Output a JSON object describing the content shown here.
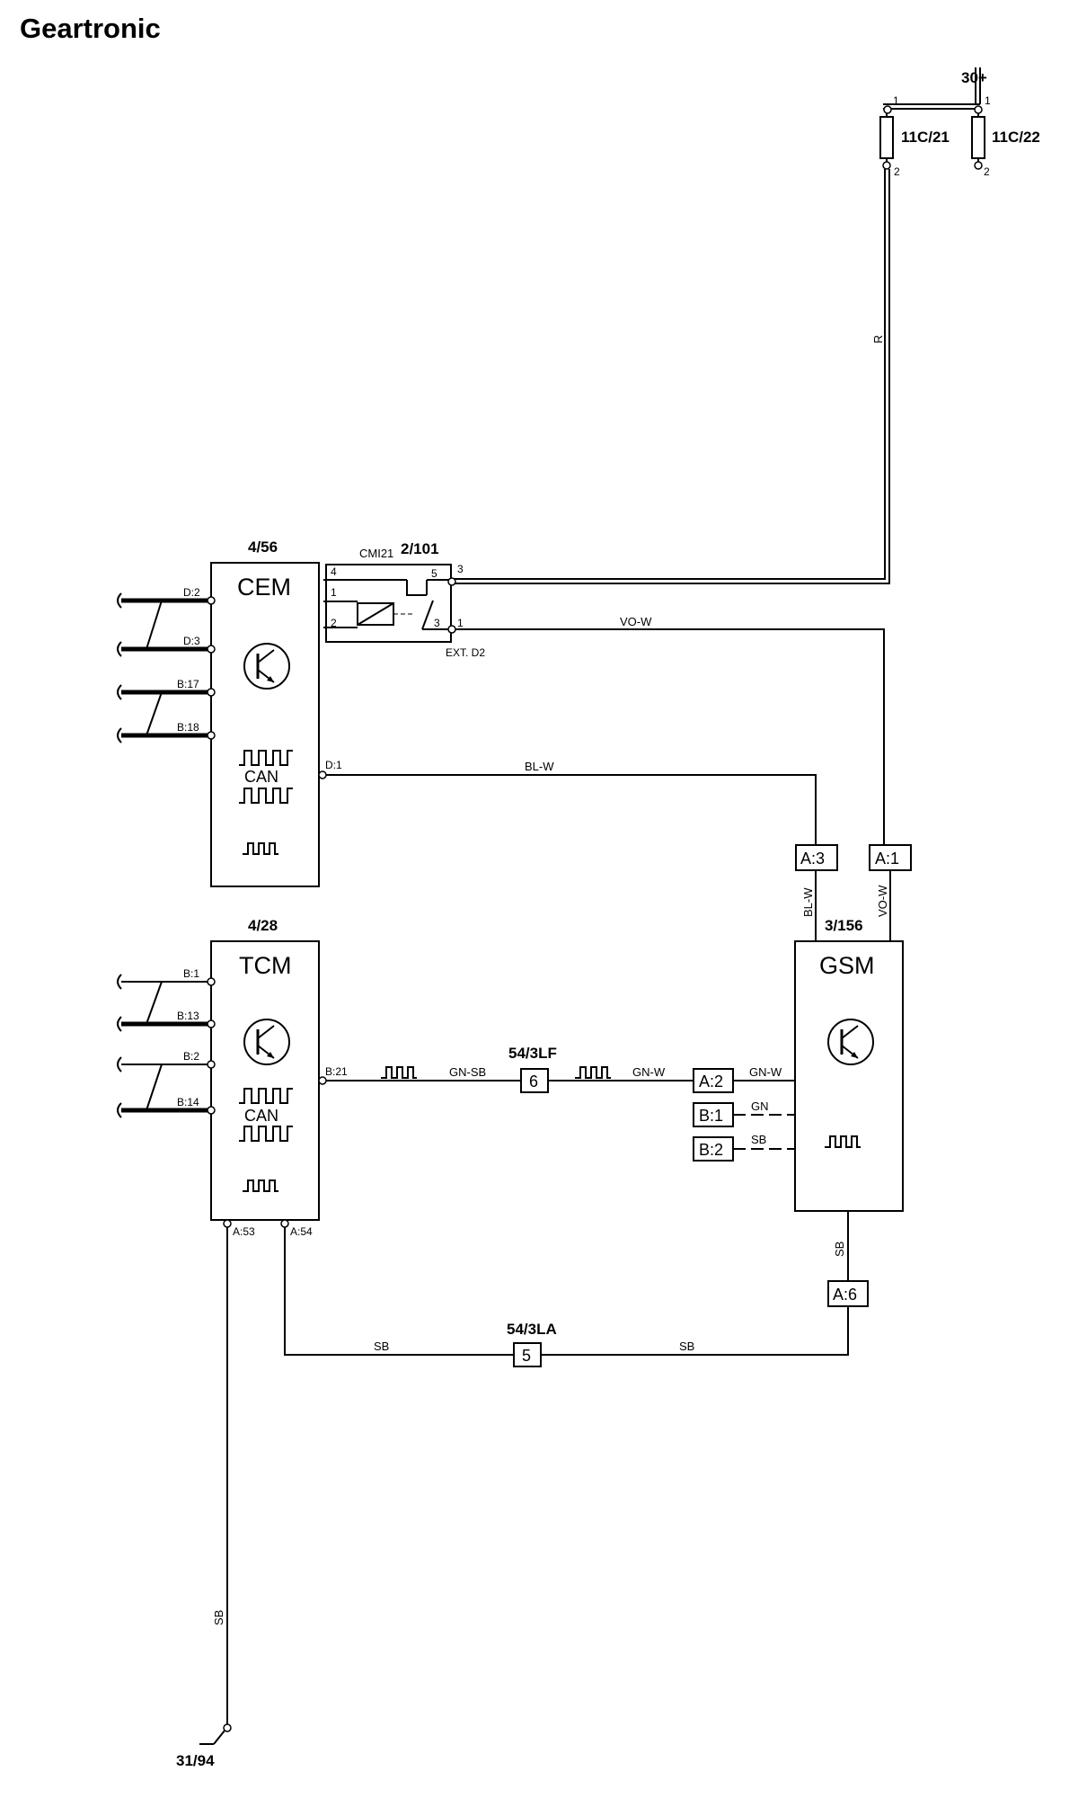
{
  "title": "Geartronic",
  "components": {
    "cem": {
      "ref": "4/56",
      "name": "CEM",
      "can_label": "CAN",
      "pins": {
        "d2": "D:2",
        "d3": "D:3",
        "b17": "B:17",
        "b18": "B:18",
        "d1": "D:1"
      }
    },
    "relay": {
      "ref": "2/101",
      "name": "CMI21",
      "ext": "EXT. D2",
      "pins": {
        "p4": "4",
        "p1": "1",
        "p2": "2",
        "p5": "5",
        "p3": "3",
        "out3": "3",
        "out1": "1"
      }
    },
    "tcm": {
      "ref": "4/28",
      "name": "TCM",
      "can_label": "CAN",
      "pins": {
        "b1": "B:1",
        "b13": "B:13",
        "b2": "B:2",
        "b14": "B:14",
        "b21": "B:21",
        "a53": "A:53",
        "a54": "A:54"
      }
    },
    "gsm": {
      "ref": "3/156",
      "name": "GSM"
    },
    "fuses": {
      "f1": "11C/21",
      "f2": "11C/22",
      "supply": "30+",
      "pins": {
        "f1_top": "1",
        "f1_bot": "2",
        "f2_top": "1",
        "f2_bot": "2"
      }
    },
    "ground": "31/94"
  },
  "connectors": {
    "a3": "A:3",
    "a1": "A:1",
    "a2": "A:2",
    "b1": "B:1",
    "b2": "B:2",
    "a6": "A:6",
    "splice_lf": {
      "ref": "54/3LF",
      "num": "6"
    },
    "splice_la": {
      "ref": "54/3LA",
      "num": "5"
    }
  },
  "wires": {
    "r": "R",
    "vo_w": "VO-W",
    "bl_w": "BL-W",
    "gn_sb": "GN-SB",
    "gn_w": "GN-W",
    "gn": "GN",
    "sb": "SB"
  },
  "icon_names": [
    "transistor-icon",
    "square-wave-icon"
  ]
}
